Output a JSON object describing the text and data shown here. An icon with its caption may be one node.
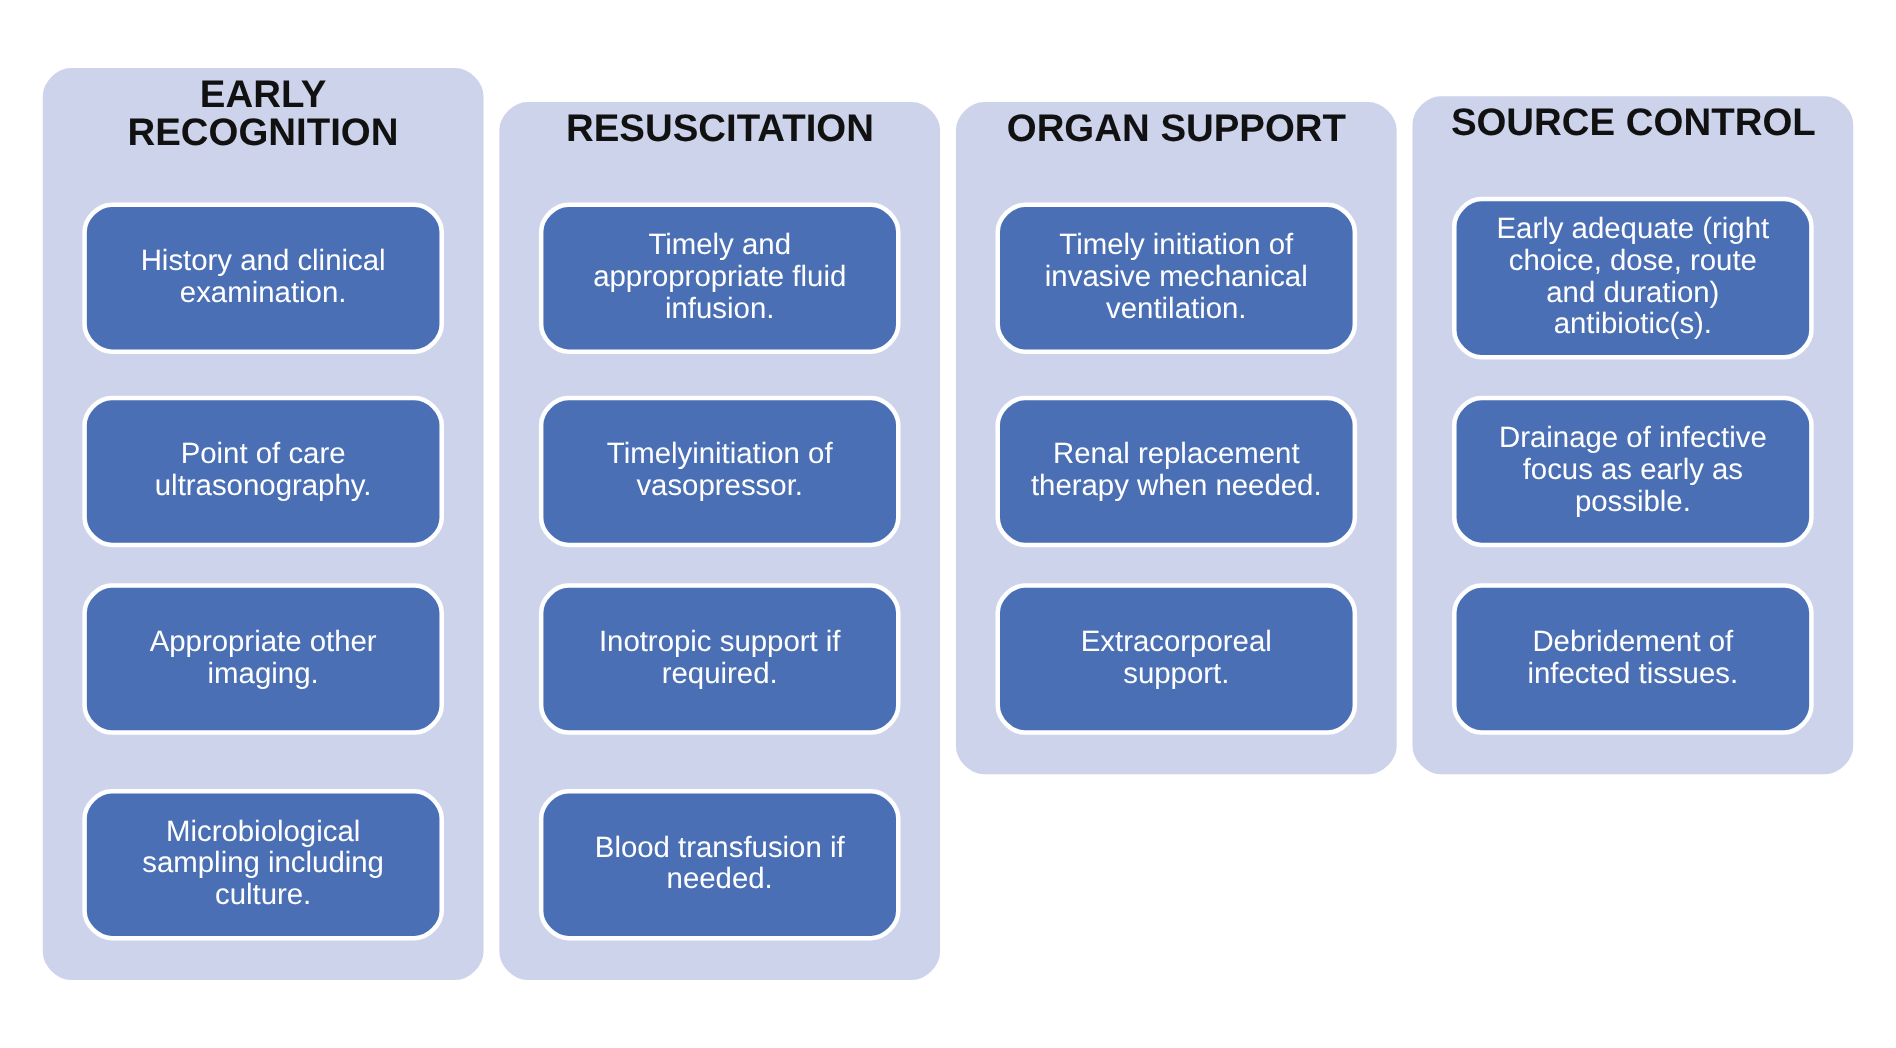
{
  "diagram": {
    "nodes": [
      {
        "text": [
          "EARLY RECOGNITION"
        ]
      },
      {
        "text": [
          "History and clinical examination."
        ],
        "in": 0
      },
      {
        "text": [
          "Point of care ultrasonography."
        ],
        "in": 0
      },
      {
        "text": [
          "Appropriate other imaging."
        ],
        "in": 0
      },
      {
        "text": [
          "Microbiological sampling including culture."
        ],
        "in": 0
      },
      {
        "text": [
          "RESUSCITATION"
        ]
      },
      {
        "text": [
          "Timely and appropropriate fluid infusion."
        ],
        "in": 5
      },
      {
        "text": [
          "Timelyinitiation of vasopressor."
        ],
        "in": 5
      },
      {
        "text": [
          "Inotropic support if required."
        ],
        "in": 5
      },
      {
        "text": [
          "Blood transfusion if needed."
        ],
        "in": 5
      },
      {
        "text": [
          "ORGAN SUPPORT"
        ]
      },
      {
        "text": [
          "Timely initiation of invasive mechanical ventilation."
        ],
        "in": 10
      },
      {
        "text": [
          "Renal replacement therapy when needed."
        ],
        "in": 10
      },
      {
        "text": [
          "Extracorporeal support."
        ],
        "in": 10
      },
      {
        "text": [
          "SOURCE CONTROL"
        ]
      },
      {
        "text": [
          "Early adequate (right choice, dose, route and duration) antibiotic(s)."
        ],
        "in": 14
      },
      {
        "text": [
          "Drainage of infective focus as early as possible."
        ],
        "in": 14
      },
      {
        "text": [
          "Debridement of infected tissues."
        ],
        "in": 14
      }
    ]
  }
}
